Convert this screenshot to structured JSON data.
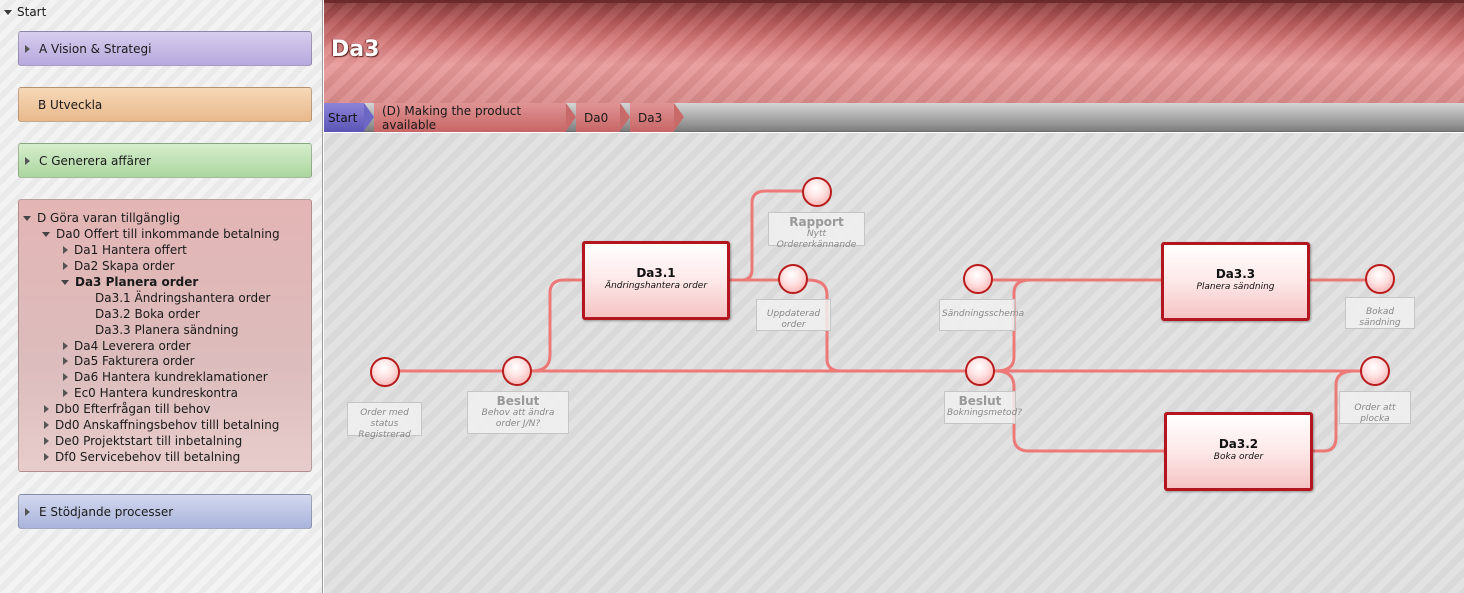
{
  "sidebar": {
    "root_label": "Start",
    "groups": {
      "a": {
        "label": "A Vision & Strategi"
      },
      "b": {
        "label": "B Utveckla"
      },
      "c": {
        "label": "C Generera affärer"
      },
      "d": {
        "label": "D Göra varan tillgänglig",
        "items": {
          "da0": "Da0  Offert till inkommande betalning",
          "da1": "Da1 Hantera offert",
          "da2": "Da2 Skapa order",
          "da3": "Da3 Planera order",
          "da31": "Da3.1 Ändringshantera order",
          "da32": "Da3.2 Boka order",
          "da33": "Da3.3 Planera sändning",
          "da4": "Da4 Leverera order",
          "da5": "Da5 Fakturera order",
          "da6": "Da6 Hantera kundreklamationer",
          "ec0": "Ec0 Hantera kundreskontra",
          "db0": "Db0 Efterfrågan till behov",
          "dd0": "Dd0 Anskaffningsbehov tilll betalning",
          "de0": "De0 Projektstart till inbetalning",
          "df0": "Df0 Servicebehov till betalning"
        }
      },
      "e": {
        "label": "E Stödjande processer"
      }
    }
  },
  "header": {
    "title": "Da3"
  },
  "breadcrumb": {
    "start": "Start",
    "making": "(D) Making the product available",
    "da0": "Da0",
    "da3": "Da3"
  },
  "diagram": {
    "processes": {
      "da31": {
        "title": "Da3.1",
        "subtitle": "Ändringshantera order"
      },
      "da33": {
        "title": "Da3.3",
        "subtitle": "Planera sändning"
      },
      "da32": {
        "title": "Da3.2",
        "subtitle": "Boka order"
      }
    },
    "notes": {
      "rapport": {
        "title": "Rapport",
        "text": "Nytt Ordererkännande"
      },
      "uppdaterad": {
        "text": "Uppdaterad order"
      },
      "sandningsschema": {
        "text": "Sändningsschema"
      },
      "bokad": {
        "text": "Bokad sändning"
      },
      "order_status": {
        "text": "Order med status Registrerad"
      },
      "beslut1": {
        "title": "Beslut",
        "text": "Behov att ändra order J/N?"
      },
      "beslut2": {
        "title": "Beslut",
        "text": "Bokningsmetod?"
      },
      "order_plocka": {
        "text": "Order att plocka"
      }
    }
  },
  "colors": {
    "connector": "#e66a6a",
    "node_border": "#b81c1c",
    "process_border": "#b3161e",
    "breadcrumb_start": "#6e66c4",
    "breadcrumb_red": "#d27a7a"
  }
}
